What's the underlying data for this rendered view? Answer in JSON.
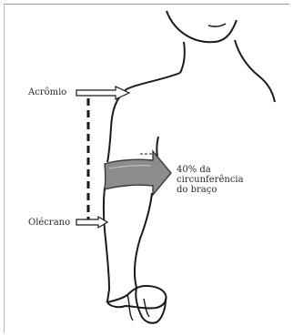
{
  "labels": {
    "acromio": "Acrômio",
    "olecrano": "Olécrano",
    "circumference_line1": "40% da",
    "circumference_line2": "circunferência",
    "circumference_line3": "do braço"
  },
  "colors": {
    "ink": "#1a1a1a",
    "band_fill": "#8c8c8c",
    "band_stroke": "#3a3a3a",
    "frame": "#9a9a9a"
  }
}
